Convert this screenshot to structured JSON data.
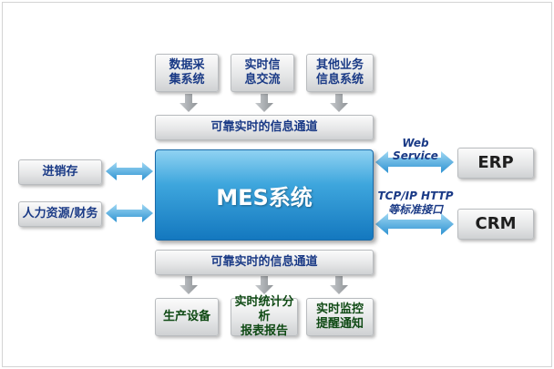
{
  "top_boxes": [
    {
      "label_line1": "数据采",
      "label_line2": "集系统"
    },
    {
      "label_line1": "实时信",
      "label_line2": "息交流"
    },
    {
      "label_line1": "其他业务",
      "label_line2": "信息系统"
    }
  ],
  "channel_top": "可靠实时的信息通道",
  "channel_bottom": "可靠实时的信息通道",
  "core": "MES系统",
  "left_boxes": [
    "进销存",
    "人力资源/财务"
  ],
  "right_boxes": [
    "ERP",
    "CRM"
  ],
  "interface_labels": {
    "web_service": "Web Service",
    "tcp_line1": "TCP/IP HTTP",
    "tcp_line2": "等标准接口"
  },
  "bottom_boxes": [
    {
      "label_line1": "生产设备",
      "label_line2": ""
    },
    {
      "label_line1": "实时统计分析",
      "label_line2": "报表报告"
    },
    {
      "label_line1": "实时监控",
      "label_line2": "提醒通知"
    }
  ],
  "colors": {
    "core_top": "#8fd2f2",
    "core_bottom": "#1478bf",
    "arrow_blue": "#3aa3dd",
    "arrow_gray": "#a9adb1",
    "text_blue": "#1a3a86",
    "text_green": "#0f4a14"
  }
}
